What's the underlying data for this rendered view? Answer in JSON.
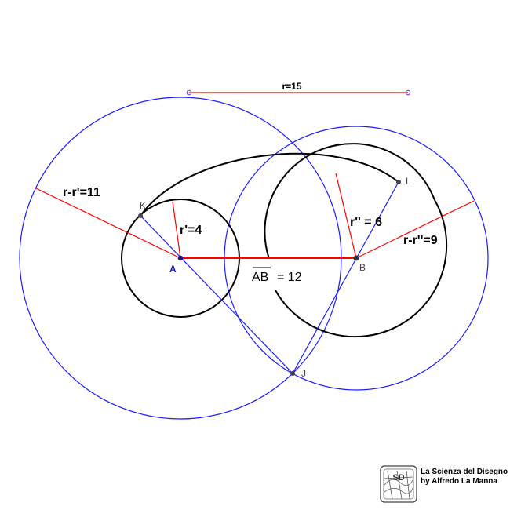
{
  "segment_label": "r=15",
  "labels": {
    "r_minus_r1": "r-r'=11",
    "r1": "r'=4",
    "r2": "r'' = 6",
    "r_minus_r2": "r-r''=9",
    "ab_name": "AB",
    "ab_value": "= 12"
  },
  "points": {
    "A": "A",
    "B": "B",
    "K": "K",
    "L": "L",
    "J": "J"
  },
  "credit": {
    "line1": "La Scienza del Disegno",
    "line2": "by Alfredo La Manna",
    "logo_text": "SD"
  },
  "colors": {
    "blue": "#1a1aff",
    "red": "#ff0000",
    "black": "#000000",
    "point_blue": "#1a1acc",
    "gray": "#444444"
  }
}
